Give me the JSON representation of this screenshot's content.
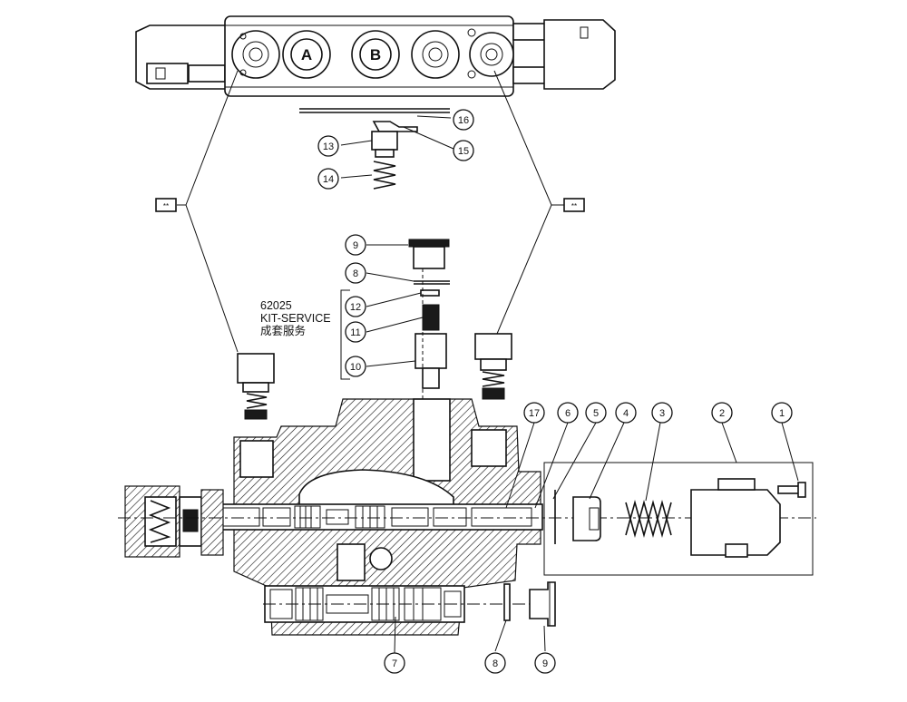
{
  "kit": {
    "number": "62025",
    "title": "KIT-SERVICE",
    "title_cn": "成套服务"
  },
  "ports": {
    "a": "A",
    "b": "B"
  },
  "tags": {
    "left": "**",
    "right": "**"
  },
  "callouts": {
    "c1": "1",
    "c2": "2",
    "c3": "3",
    "c4": "4",
    "c5": "5",
    "c6": "6",
    "c7": "7",
    "c8a": "8",
    "c8b": "8",
    "c9a": "9",
    "c9b": "9",
    "c10": "10",
    "c11": "11",
    "c12": "12",
    "c13": "13",
    "c14": "14",
    "c15": "15",
    "c16": "16",
    "c17": "17"
  }
}
